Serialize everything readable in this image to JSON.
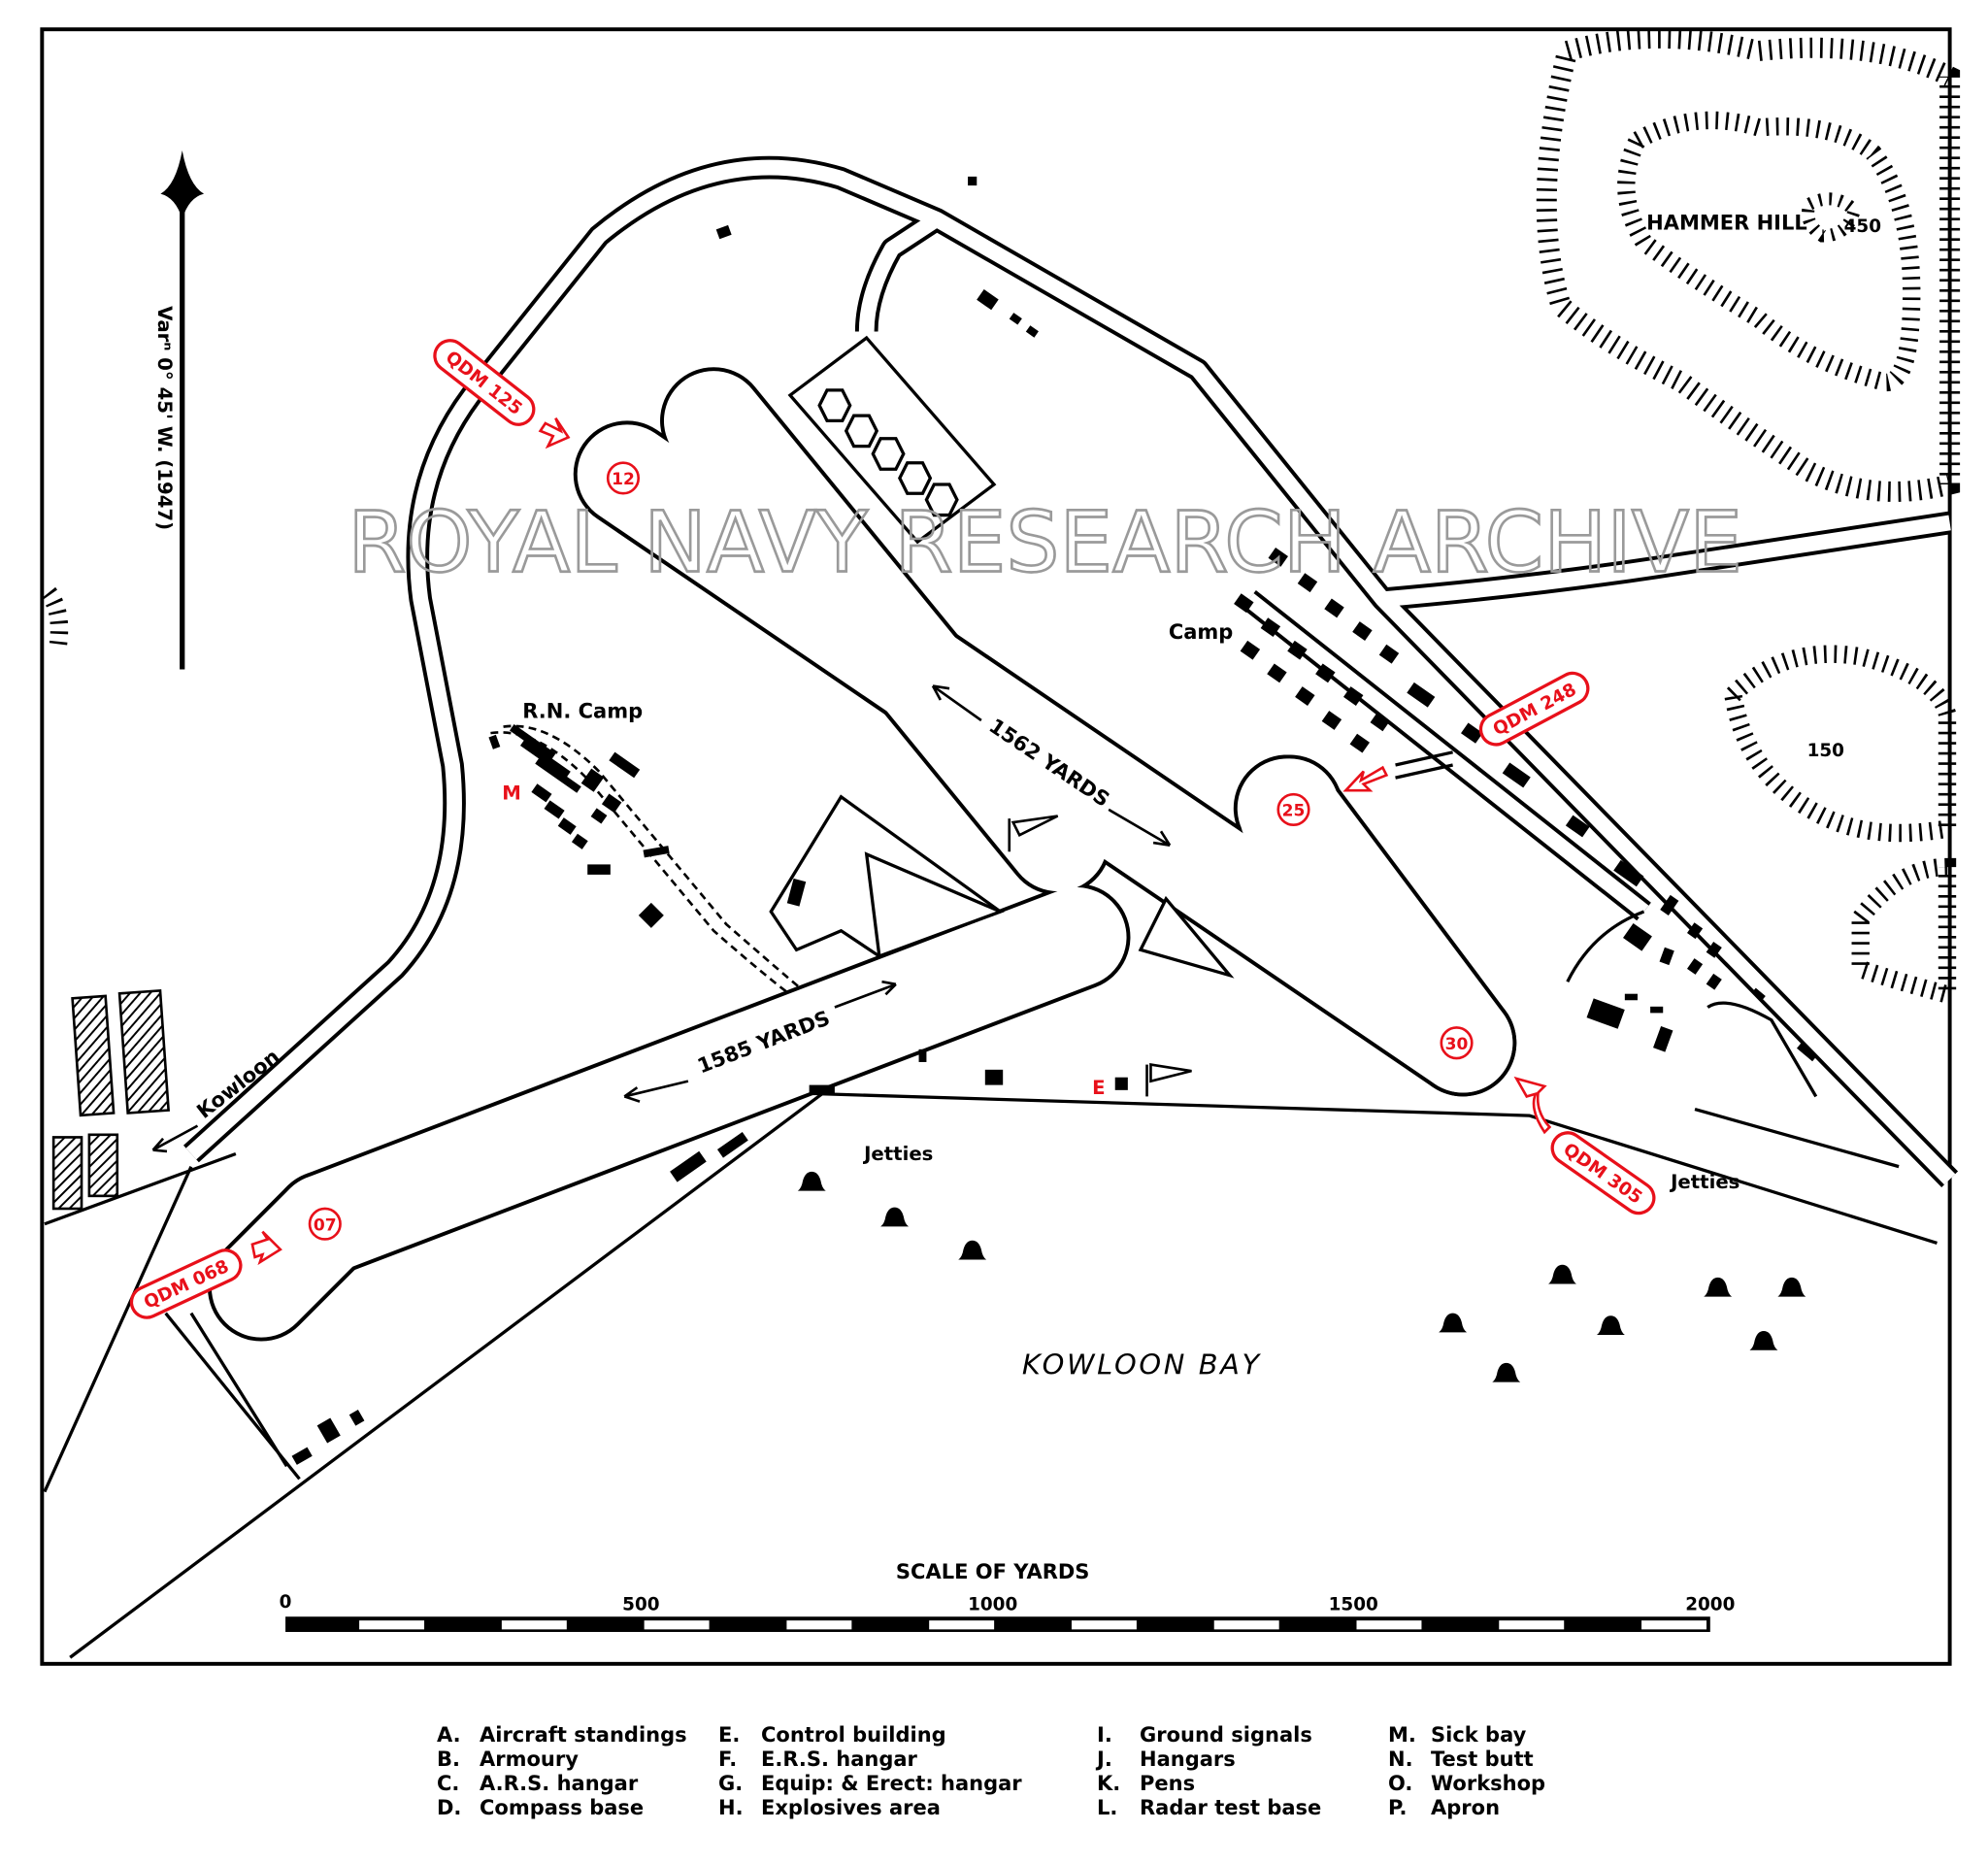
{
  "map": {
    "north_arrow": {
      "variation": "Varⁿ 0° 45' W. (1947)"
    },
    "features": {
      "hammer_hill": "HAMMER HILL",
      "hammer_hill_height": "450",
      "hill_150": "150",
      "camp": "Camp",
      "rn_camp": "R.N. Camp",
      "kowloon": "Kowloon",
      "jetties_1": "Jetties",
      "jetties_2": "Jetties",
      "kowloon_bay": "KOWLOON BAY",
      "sick_bay_mark": "M",
      "control_mark": "E"
    },
    "runways": [
      {
        "ends": [
          "12",
          "30"
        ],
        "length": "1562 YARDS"
      },
      {
        "ends": [
          "07",
          "25"
        ],
        "length": "1585 YARDS"
      }
    ],
    "qdm": [
      "QDM 125",
      "QDM 248",
      "QDM 305",
      "QDM 068"
    ],
    "watermark": "ROYAL NAVY RESEARCH ARCHIVE",
    "scale": {
      "title": "SCALE OF YARDS",
      "ticks": [
        "0",
        "500",
        "1000",
        "1500",
        "2000"
      ],
      "max_yards": 2000
    },
    "colors": {
      "ink": "#000000",
      "annotation": "#e8101a",
      "watermark": "#9a9a9a"
    }
  },
  "legend": [
    {
      "key": "A.",
      "label": "Aircraft standings"
    },
    {
      "key": "E.",
      "label": "Control building"
    },
    {
      "key": "I.",
      "label": "Ground signals"
    },
    {
      "key": "M.",
      "label": "Sick bay"
    },
    {
      "key": "B.",
      "label": "Armoury"
    },
    {
      "key": "F.",
      "label": "E.R.S. hangar"
    },
    {
      "key": "J.",
      "label": "Hangars"
    },
    {
      "key": "N.",
      "label": "Test butt"
    },
    {
      "key": "C.",
      "label": "A.R.S. hangar"
    },
    {
      "key": "G.",
      "label": "Equip: & Erect: hangar"
    },
    {
      "key": "K.",
      "label": "Pens"
    },
    {
      "key": "O.",
      "label": "Workshop"
    },
    {
      "key": "D.",
      "label": "Compass base"
    },
    {
      "key": "H.",
      "label": "Explosives area"
    },
    {
      "key": "L.",
      "label": "Radar test base"
    },
    {
      "key": "P.",
      "label": "Apron"
    }
  ]
}
